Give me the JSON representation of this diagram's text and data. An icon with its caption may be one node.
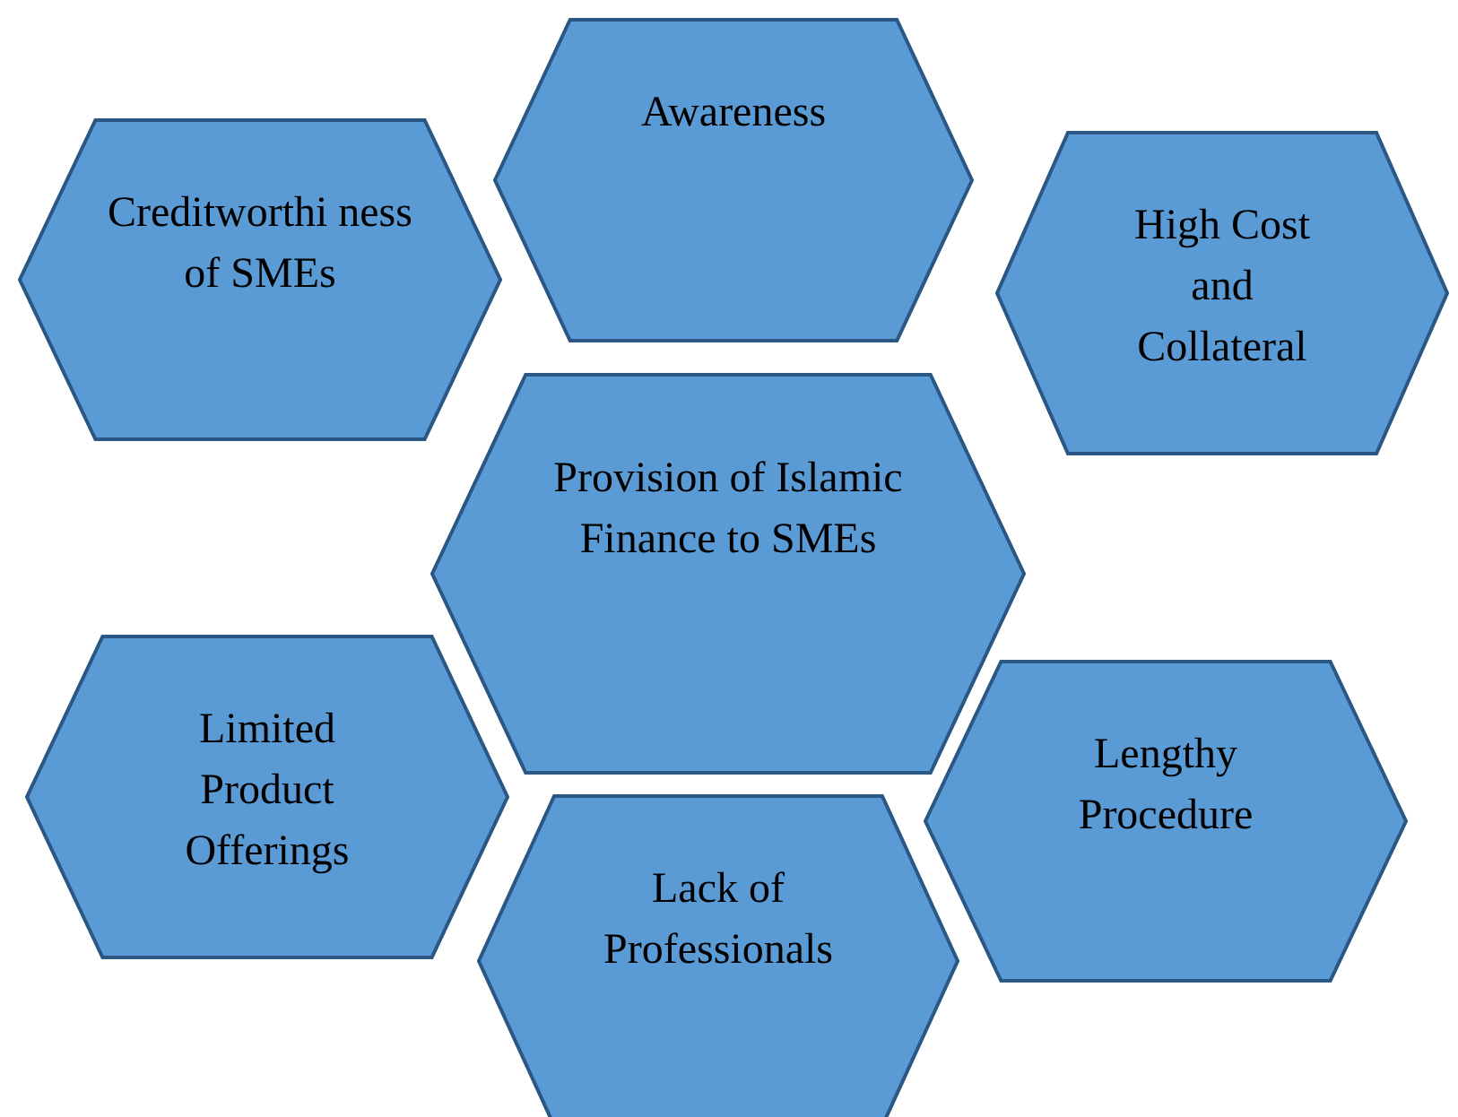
{
  "diagram": {
    "nodes": [
      {
        "text": [
          "Awareness"
        ]
      },
      {
        "text": [
          "Creditworthi ness of SMEs"
        ]
      },
      {
        "text": [
          "High Cost and Collateral"
        ]
      },
      {
        "text": [
          "Provision of Islamic Finance to SMEs"
        ]
      },
      {
        "text": [
          "Limited Product Offerings"
        ]
      },
      {
        "text": [
          "Lengthy Procedure"
        ]
      },
      {
        "text": [
          "Lack of Professionals"
        ]
      }
    ]
  }
}
